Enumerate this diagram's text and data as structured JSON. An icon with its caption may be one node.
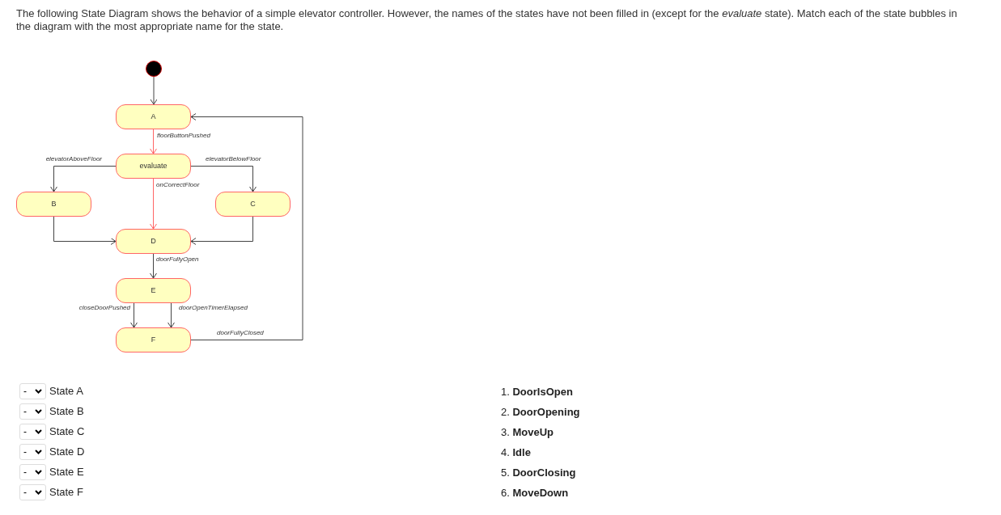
{
  "diagram": {
    "title": "The following State Diagram shows the behavior of a simple elevator controller.  However, the names of the states have not been filled in (except for the *evaluate* state).  Match each of the state bubbles in the diagram with the most appropriate name for the state.",
    "nodes": [
      {
        "text": [],
        "shape": "circle"
      },
      {
        "text": [
          "A"
        ]
      },
      {
        "text": [
          "evaluate"
        ]
      },
      {
        "text": [
          "B"
        ]
      },
      {
        "text": [
          "C"
        ]
      },
      {
        "text": [
          "D"
        ]
      },
      {
        "text": [
          "E"
        ]
      },
      {
        "text": [
          "F"
        ]
      }
    ],
    "edges": [
      {
        "from": 0,
        "to": 1,
        "arrow": "to"
      },
      {
        "from": 1,
        "to": 2,
        "arrow": "to",
        "label": "floorButtonPushed",
        "color": "#ff6666"
      },
      {
        "from": 2,
        "to": 3,
        "arrow": "to",
        "label": "elevatorAboveFloor"
      },
      {
        "from": 2,
        "to": 4,
        "arrow": "to",
        "label": "elevatorBelowFloor"
      },
      {
        "from": 2,
        "to": 5,
        "arrow": "to",
        "label": "onCorrectFloor",
        "color": "#ff6666"
      },
      {
        "from": 3,
        "to": 5,
        "arrow": "to"
      },
      {
        "from": 4,
        "to": 5,
        "arrow": "to"
      },
      {
        "from": 5,
        "to": 6,
        "arrow": "to",
        "label": "doorFullyOpen"
      },
      {
        "from": 6,
        "to": 7,
        "arrow": "to",
        "label": "closeDoorPushed"
      },
      {
        "from": 6,
        "to": 7,
        "arrow": "to",
        "label": "doorOpenTimerElapsed"
      },
      {
        "from": 7,
        "to": 1,
        "arrow": "to",
        "label": "doorFullyClosed"
      }
    ],
    "labels": [
      "-",
      "State A",
      "1. **DoorIsOpen**",
      "-",
      "State B",
      "2. **DoorOpening**",
      "-",
      "State C",
      "3. **MoveUp**",
      "-",
      "State D",
      "4. **Idle**",
      "-",
      "State E",
      "5. **DoorClosing**",
      "-",
      "State F",
      "6. **MoveDown**"
    ]
  }
}
